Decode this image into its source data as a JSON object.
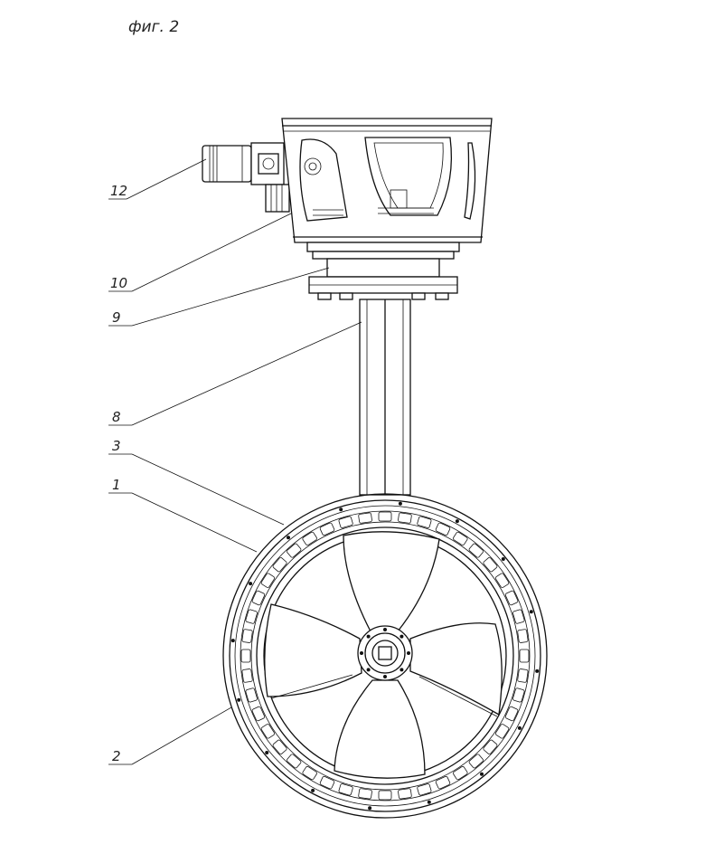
{
  "figure": {
    "caption": "фиг. 2",
    "labels": {
      "l12": "12",
      "l10": "10",
      "l9": "9",
      "l8": "8",
      "l3": "3",
      "l1": "1",
      "l2": "2"
    }
  },
  "colors": {
    "line": "#111111",
    "background": "#ffffff"
  }
}
